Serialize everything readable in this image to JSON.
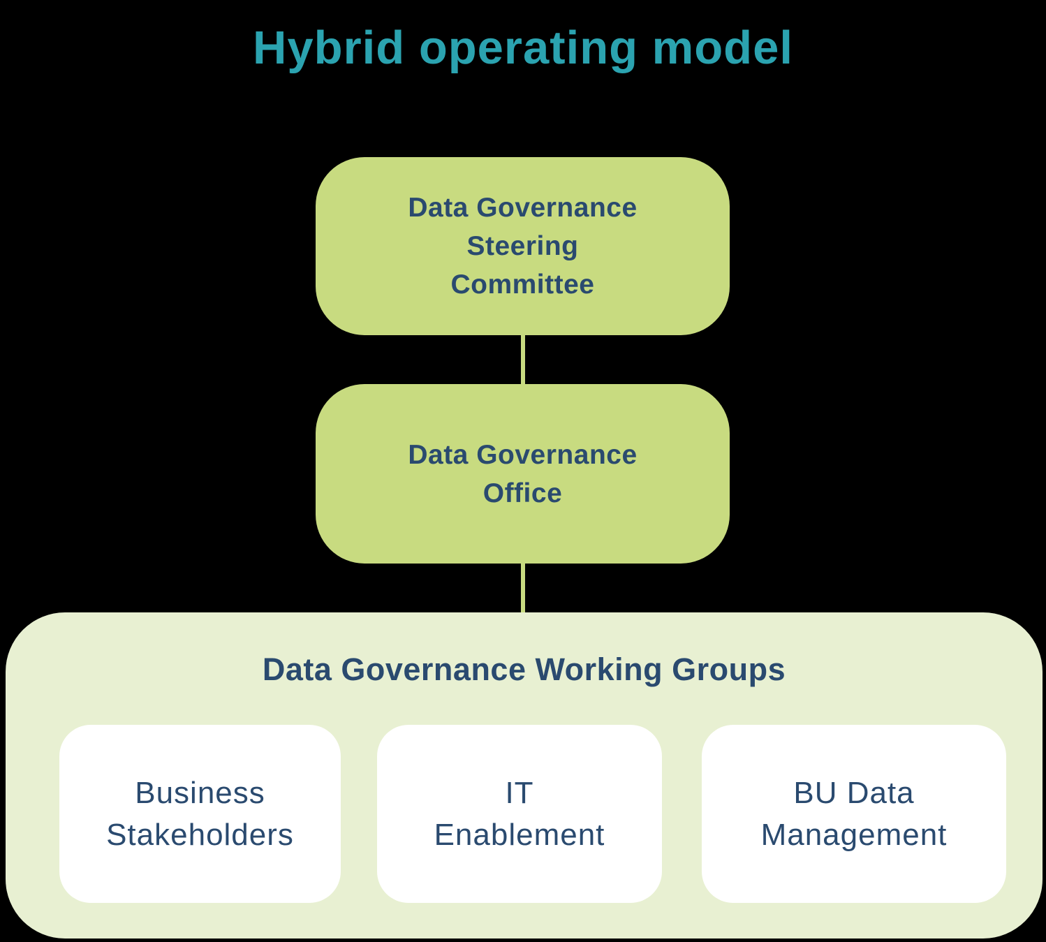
{
  "title": {
    "text": "Hybrid operating model"
  },
  "colors": {
    "title_teal": "#2BA3B0",
    "node_green": "#C8DB80",
    "panel_green": "#E8F0D2",
    "text_navy": "#2A4A6F",
    "card_white": "#FFFFFF",
    "background": "#000000"
  },
  "org_chart": {
    "level1": {
      "name": "Data Governance Steering Committee",
      "lines": [
        "Data Governance",
        "Steering",
        "Committee"
      ]
    },
    "level2": {
      "name": "Data Governance Office",
      "lines": [
        "Data Governance",
        "Office"
      ]
    },
    "level3": {
      "heading": "Data Governance Working Groups",
      "groups": [
        {
          "name": "Business Stakeholders",
          "lines": [
            "Business",
            "Stakeholders"
          ]
        },
        {
          "name": "IT Enablement",
          "lines": [
            "IT",
            "Enablement"
          ]
        },
        {
          "name": "BU Data Management",
          "lines": [
            "BU Data",
            "Management"
          ]
        }
      ]
    }
  }
}
